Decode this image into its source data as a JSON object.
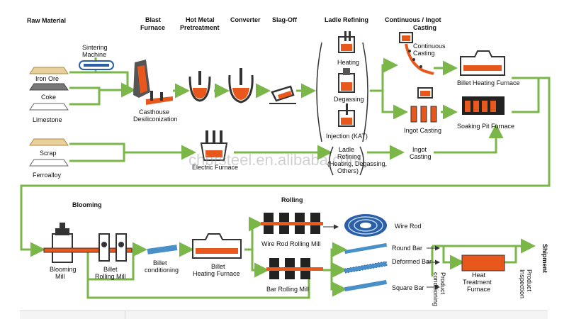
{
  "colors": {
    "flow": "#7ab648",
    "molten": "#e8581c",
    "steel": "#3a3a3a",
    "rod": "#4a90c8",
    "shadow": "#f4f4f4"
  },
  "headers": {
    "raw_material": "Raw Material",
    "blast_furnace": [
      "Blast",
      "Furnace"
    ],
    "hot_metal": [
      "Hot Metal",
      "Pretreatment"
    ],
    "converter": "Converter",
    "slag_off": "Slag-Off",
    "ladle_refining": "Ladle Refining",
    "continuous_ingot": [
      "Continuous / Ingot",
      "Casting"
    ],
    "blooming": "Blooming",
    "rolling": "Rolling",
    "shipment": "Shipment"
  },
  "labels": {
    "sintering": [
      "Sintering",
      "Machine"
    ],
    "iron_ore": "Iron Ore",
    "coke": "Coke",
    "limestone": "Limestone",
    "scrap": "Scrap",
    "ferroalloy": "Ferroalloy",
    "casthouse": [
      "Casthouse",
      "Desiliconization"
    ],
    "electric_furnace": "Electric Furnace",
    "heating": "Heating",
    "degassing": "Degassing",
    "injection": "Injection (KAT)",
    "ladle_refining_2": [
      "Ladle",
      "Refining",
      "(Heating, Degassing,",
      "Others)"
    ],
    "continuous_casting": [
      "Continuous",
      "Casting"
    ],
    "ingot_casting": "Ingot Casting",
    "ingot_casting_2": [
      "Ingot",
      "Casting"
    ],
    "billet_heating_furnace": "Billet Heating Furnace",
    "soaking_pit": "Soaking Pit Furnace",
    "blooming_mill": [
      "Blooming",
      "Mill"
    ],
    "billet_rolling": [
      "Billet",
      "Rolling Mill"
    ],
    "billet_conditioning": [
      "Billet",
      "conditioning"
    ],
    "billet_heating_2": [
      "Billet",
      "Heating Furnace"
    ],
    "wire_rod_mill": "Wire Rod Rolling Mill",
    "bar_mill": "Bar Rolling Mill",
    "wire_rod": "Wire Rod",
    "round_bar": "Round Bar",
    "deformed_bar": "Deformed Bar",
    "square_bar": "Square Bar",
    "product_conditioning": [
      "Product",
      "conditioning"
    ],
    "heat_treatment": [
      "Heat",
      "Treatment",
      "Furnace"
    ],
    "product_inspection": [
      "Product",
      "Inspection"
    ]
  },
  "watermark": "chbrsteel.en.alibaba.com"
}
